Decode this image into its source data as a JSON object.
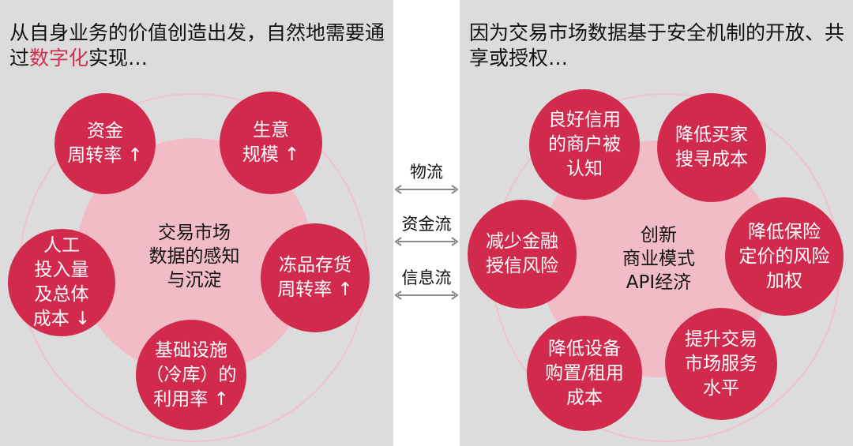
{
  "left": {
    "heading_prefix": "从自身业务的价值创造出发，自然地需要通过",
    "heading_accent": "数字化",
    "heading_suffix": "实现…",
    "center": "交易市场\n数据的感知\n与沉淀",
    "bubbles": [
      "资金\n周转率 ↑",
      "生意\n规模 ↑",
      "冻品存货\n周转率 ↑",
      "基础设施\n（冷库）的\n利用率 ↑",
      "人工\n投入量\n及总体\n成本 ↓"
    ]
  },
  "flows": [
    "物流",
    "资金流",
    "信息流"
  ],
  "right": {
    "heading": "因为交易市场数据基于安全机制的开放、共享或授权…",
    "center": "创新\n商业模式\nAPI经济",
    "bubbles": [
      "良好信用\n的商户被\n认知",
      "降低买家\n搜寻成本",
      "降低保险\n定价的风险\n加权",
      "提升交易\n市场服务\n水平",
      "降低设备\n购置/租用\n成本",
      "减少金融\n授信风险"
    ]
  },
  "colors": {
    "panel": "#dcdcdc",
    "bubble": "#d12a4d",
    "center_disk": "#f2bcc6",
    "ring": "#f0c2ca",
    "accent_text": "#d0304e",
    "arrow": "#8a8a8a"
  }
}
